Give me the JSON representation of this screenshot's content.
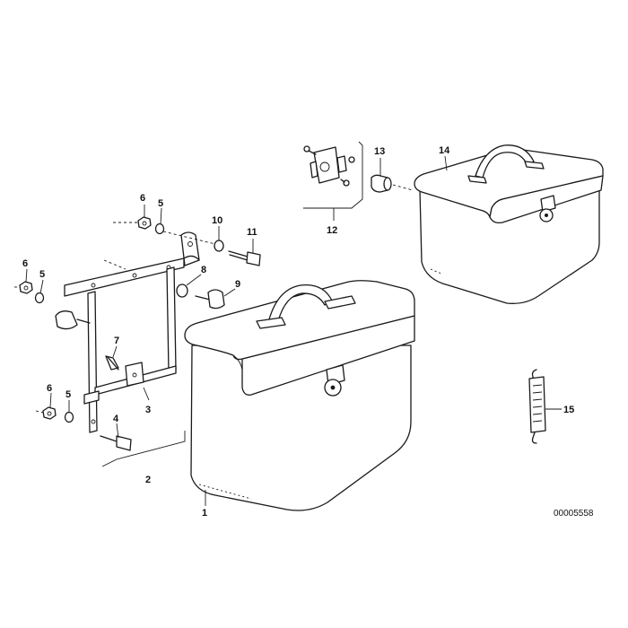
{
  "diagram": {
    "reference_number": "00005558",
    "callouts": [
      "1",
      "2",
      "3",
      "4",
      "5",
      "5",
      "5",
      "6",
      "6",
      "6",
      "7",
      "8",
      "9",
      "10",
      "11",
      "12",
      "13",
      "14",
      "15"
    ],
    "parts": [
      {
        "id": "1",
        "name": "large-case"
      },
      {
        "id": "2",
        "name": "carrier-assembly"
      },
      {
        "id": "3",
        "name": "carrier-frame"
      },
      {
        "id": "4",
        "name": "bolt"
      },
      {
        "id": "5",
        "name": "washer"
      },
      {
        "id": "6",
        "name": "nut"
      },
      {
        "id": "7",
        "name": "screw"
      },
      {
        "id": "8",
        "name": "washer-large"
      },
      {
        "id": "9",
        "name": "knob-screw"
      },
      {
        "id": "10",
        "name": "washer-small"
      },
      {
        "id": "11",
        "name": "hex-bolt"
      },
      {
        "id": "12",
        "name": "lock-set"
      },
      {
        "id": "13",
        "name": "lock-cylinder"
      },
      {
        "id": "14",
        "name": "small-case"
      },
      {
        "id": "15",
        "name": "tension-spring"
      }
    ]
  }
}
